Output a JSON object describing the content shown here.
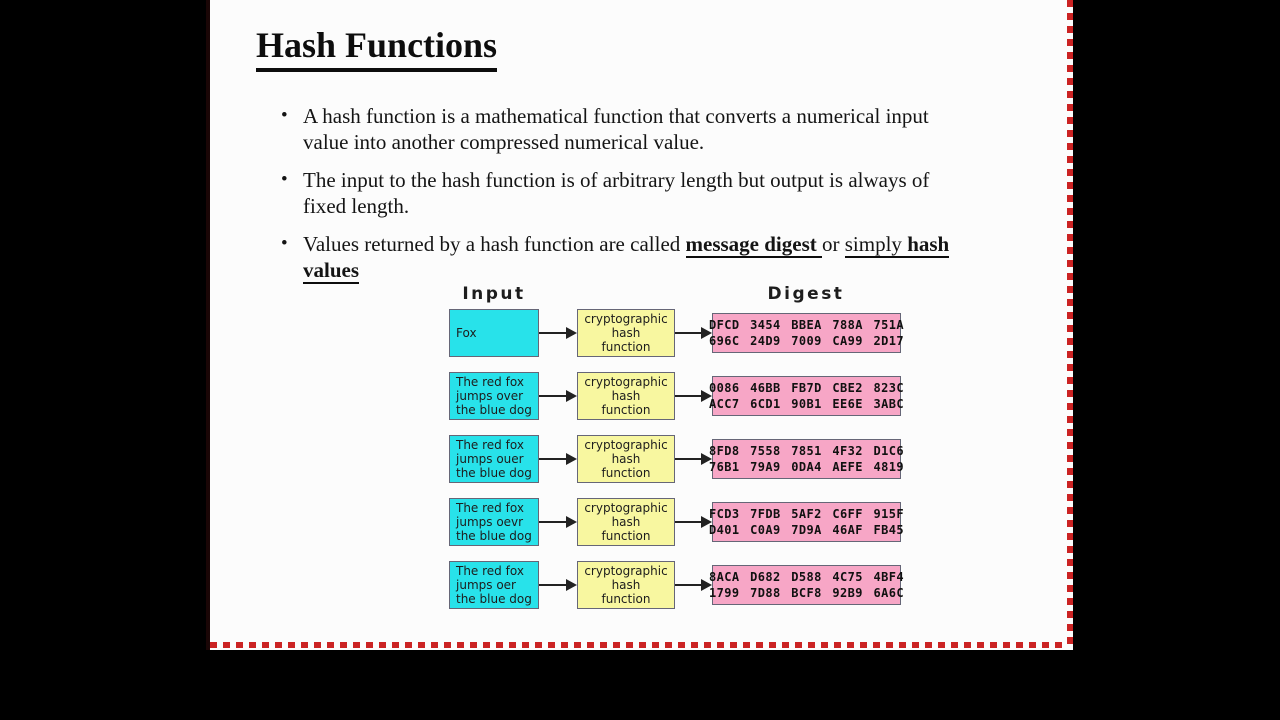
{
  "slide": {
    "title": "Hash Functions",
    "bullet_char": "•",
    "bullets": [
      {
        "line1": "A hash function is a mathematical function that converts a numerical input",
        "line2": "value into another compressed numerical value."
      },
      {
        "line1": "The input to the hash function is of arbitrary length but output is always of",
        "line2": "fixed length."
      }
    ],
    "bullet3": {
      "pre": "Values returned by a hash function are called ",
      "emph_bold_underline_1": "message digest ",
      "mid": "or ",
      "emph_underline": "simply ",
      "emph_bold_underline_2": "hash",
      "line2": "values"
    }
  },
  "diagram": {
    "input_header": "Input",
    "digest_header": "Digest",
    "hash_fn": [
      "cryptographic",
      "hash",
      "function"
    ],
    "rows": [
      {
        "input": [
          "Fox"
        ],
        "digest": [
          "DFCD 3454 BBEA 788A 751A",
          "696C 24D9 7009 CA99 2D17"
        ]
      },
      {
        "input": [
          "The red fox",
          "jumps over",
          "the blue dog"
        ],
        "digest": [
          "0086 46BB FB7D CBE2 823C",
          "ACC7 6CD1 90B1 EE6E 3ABC"
        ]
      },
      {
        "input": [
          "The red fox",
          "jumps ouer",
          "the blue dog"
        ],
        "digest": [
          "8FD8 7558 7851 4F32 D1C6",
          "76B1 79A9 0DA4 AEFE 4819"
        ]
      },
      {
        "input": [
          "The red fox",
          "jumps oevr",
          "the blue dog"
        ],
        "digest": [
          "FCD3 7FDB 5AF2 C6FF 915F",
          "D401 C0A9 7D9A 46AF FB45"
        ]
      },
      {
        "input": [
          "The red fox",
          "jumps oer",
          "the blue dog"
        ],
        "digest": [
          "8ACA D682 D588 4C75 4BF4",
          "1799 7D88 BCF8 92B9 6A6C"
        ]
      }
    ]
  },
  "colors": {
    "input_box": "#28e2ea",
    "hash_box": "#f8f7a0",
    "digest_box": "#f7a6c6",
    "dashed_border": "#cb2323"
  }
}
